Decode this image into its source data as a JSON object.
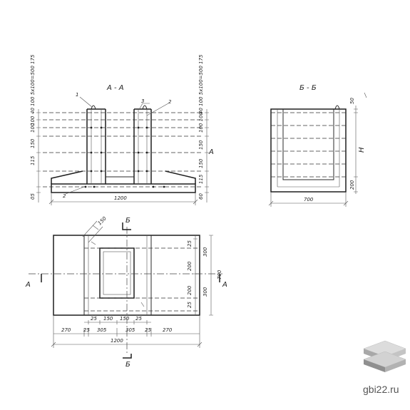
{
  "drawing": {
    "section_aa_title": "A - A",
    "section_bb_title": "Б - Б",
    "callouts": {
      "c1": "1",
      "c2": "2",
      "c3": "3",
      "c4": "2"
    },
    "aa_left_vertical_dims": [
      "05",
      "115",
      "150",
      "100",
      "100",
      "40 100 5х100=500 175"
    ],
    "aa_right_vertical_dims": [
      "60",
      "115",
      "150",
      "150",
      "100 100",
      "40 100 5х100=500 175"
    ],
    "aa_right_label": "А",
    "aa_bottom_dim": "1200",
    "bb_right_dims": [
      "50",
      "H",
      "200"
    ],
    "bb_bottom_dim": "700",
    "plan_section_marks": {
      "a_left": "А",
      "a_right": "А",
      "b_top": "Б",
      "b_bottom": "Б"
    },
    "plan_angle_dim": "150",
    "plan_right_dims": [
      "25",
      "300",
      "200",
      "200",
      "300",
      "25",
      "700"
    ],
    "plan_inner_dims": [
      "25",
      "150",
      "150",
      "25"
    ],
    "plan_bottom_dims": [
      "270",
      "25",
      "305",
      "305",
      "25",
      "270"
    ],
    "plan_total_dim": "1200"
  },
  "watermark": {
    "text": "gbi22.ru"
  },
  "colors": {
    "ink": "#2a2a2a",
    "logo_top": "#dcdcdc",
    "logo_mid": "#a8a8a8",
    "logo_bottom": "#7d7d7d"
  },
  "icons": {
    "logo": "stacked-slabs-icon"
  }
}
